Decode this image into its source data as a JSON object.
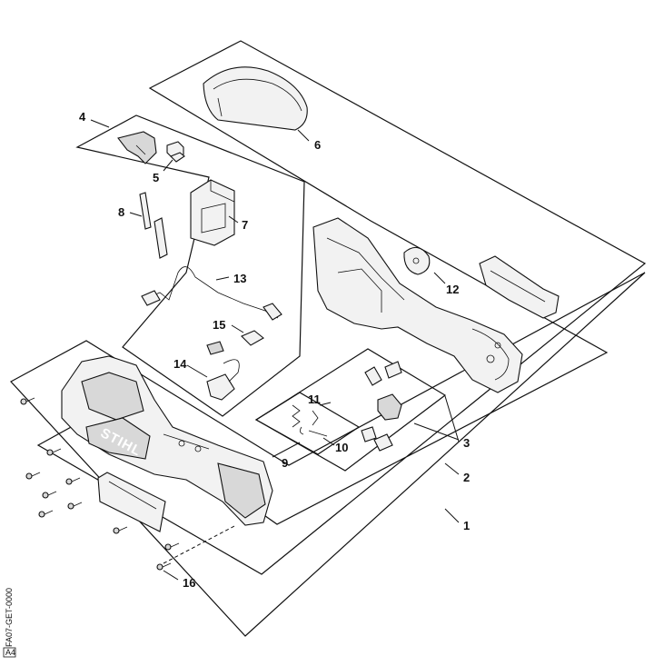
{
  "callouts": {
    "c1": "1",
    "c2": "2",
    "c3": "3",
    "c4": "4",
    "c5": "5",
    "c6": "6",
    "c7": "7",
    "c8": "8",
    "c9": "9",
    "c10": "10",
    "c11": "11",
    "c12": "12",
    "c13": "13",
    "c14": "14",
    "c15": "15",
    "c16": "16"
  },
  "brand_text": "STIHL",
  "drawing_code": "FA07-GET-0000",
  "drawing_code_suffix": "A4"
}
